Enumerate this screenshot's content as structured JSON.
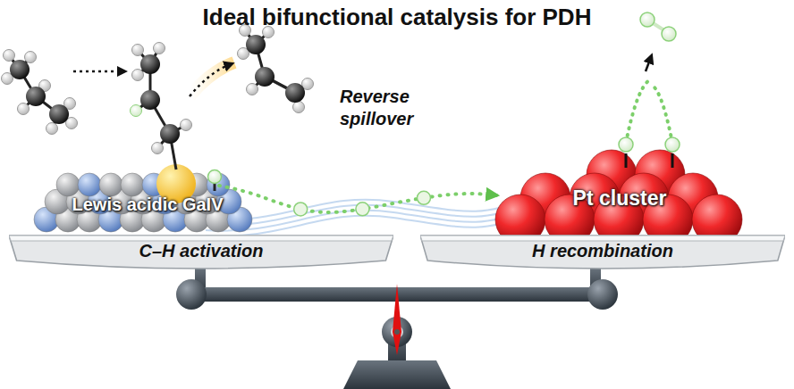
{
  "diagram": {
    "title": "Ideal bifunctional catalysis for PDH",
    "nodes": [
      {
        "text": [
          "Lewis acidic GaIV"
        ]
      },
      {
        "text": [
          "Pt cluster"
        ]
      },
      {
        "text": [
          "C–H activation"
        ]
      },
      {
        "text": [
          "H recombination"
        ]
      }
    ],
    "edges": [
      {
        "from": 0,
        "to": 1,
        "label": "Reverse spillover",
        "arrow": "to"
      }
    ]
  }
}
